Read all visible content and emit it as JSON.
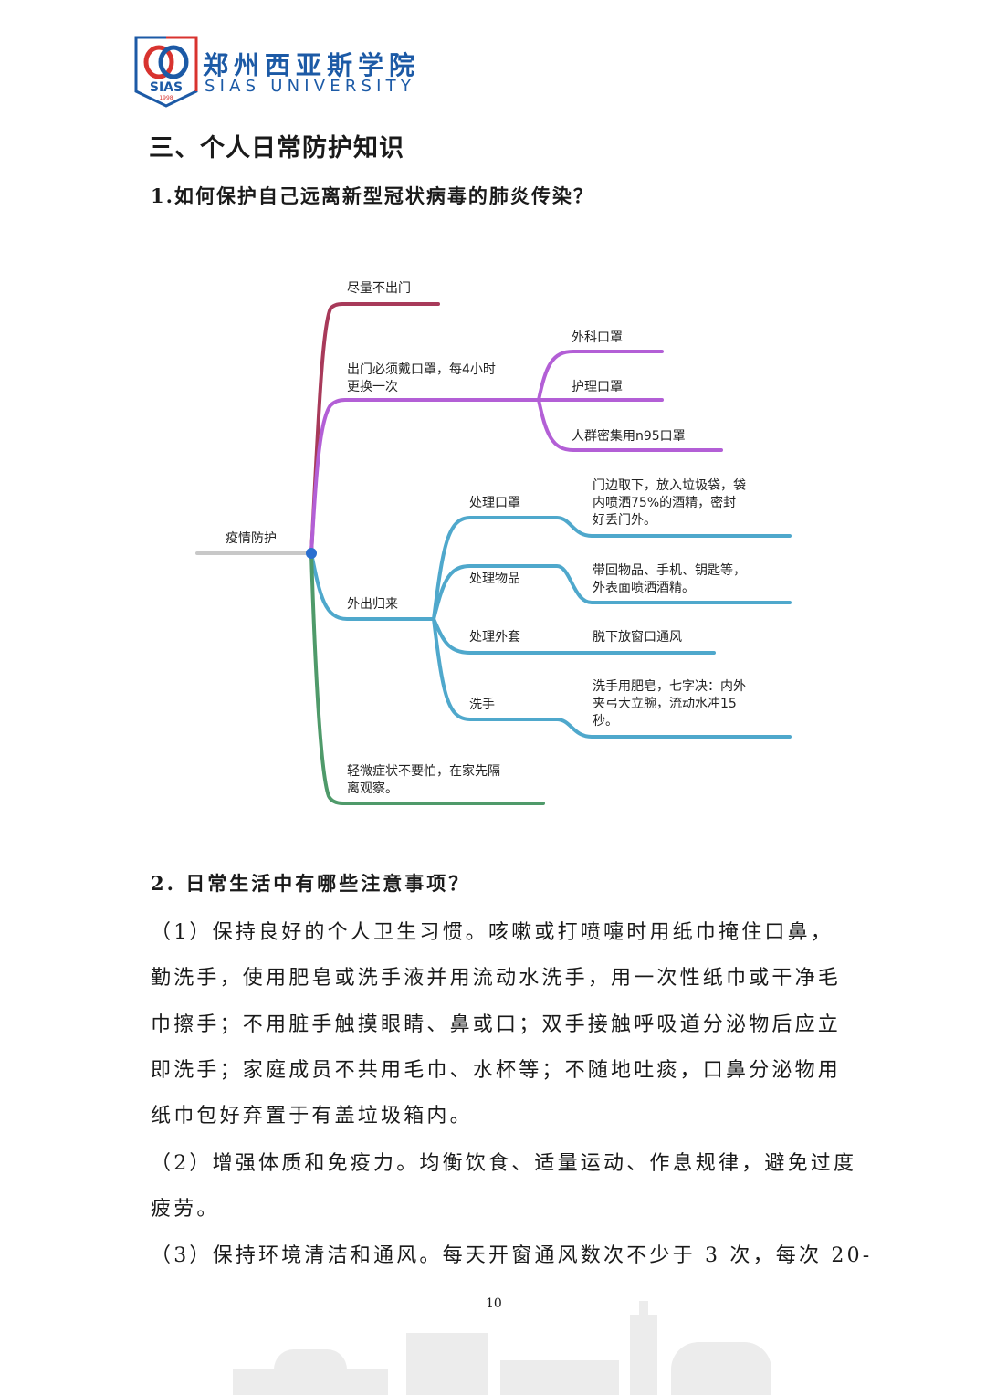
{
  "header": {
    "logo_cn": "郑州西亚斯学院",
    "logo_en": "SIAS UNIVERSITY",
    "logo_badge": "SIAS",
    "logo_year": "1998"
  },
  "section_title": "三、个人日常防护知识",
  "q1": "1.如何保护自己远离新型冠状病毒的肺炎传染？",
  "mindmap": {
    "root": "疫情防护",
    "b1": "尽量不出门",
    "b2_line1": "出门必须戴口罩，每4小时",
    "b2_line2": "更换一次",
    "b2_children": [
      "外科口罩",
      "护理口罩",
      "人群密集用n95口罩"
    ],
    "b3": "外出归来",
    "b3_children": [
      {
        "label": "处理口罩",
        "detail": [
          "门边取下，放入垃圾袋，袋",
          "内喷洒75%的酒精，密封",
          "好丢门外。"
        ]
      },
      {
        "label": "处理物品",
        "detail": [
          "带回物品、手机、钥匙等，",
          "外表面喷洒酒精。"
        ]
      },
      {
        "label": "处理外套",
        "detail": [
          "脱下放窗口通风"
        ]
      },
      {
        "label": "洗手",
        "detail": [
          "洗手用肥皂，七字决：内外",
          "夹弓大立腕，流动水冲15",
          "秒。"
        ]
      }
    ],
    "b4_line1": "轻微症状不要怕，在家先隔",
    "b4_line2": "离观察。",
    "colors": {
      "root": "#c8c8c8",
      "b1": "#a83a5a",
      "b2": "#b35fd6",
      "b3": "#4fa8cc",
      "b4": "#4f9a6a",
      "dot": "#2a6fd0"
    }
  },
  "q2": "2. 日常生活中有哪些注意事项？",
  "paragraph_lines": [
    "（1）保持良好的个人卫生习惯。咳嗽或打喷嚏时用纸巾掩住口鼻，",
    "勤洗手，使用肥皂或洗手液并用流动水洗手，用一次性纸巾或干净毛",
    "巾擦手；不用脏手触摸眼睛、鼻或口；双手接触呼吸道分泌物后应立",
    "即洗手；家庭成员不共用毛巾、水杯等；不随地吐痰，口鼻分泌物用",
    "纸巾包好弃置于有盖垃圾箱内。",
    "（2）增强体质和免疫力。均衡饮食、适量运动、作息规律，避免过度",
    "疲劳。",
    "（3）保持环境清洁和通风。每天开窗通风数次不少于 3 次，每次 20-"
  ],
  "page_number": "10"
}
